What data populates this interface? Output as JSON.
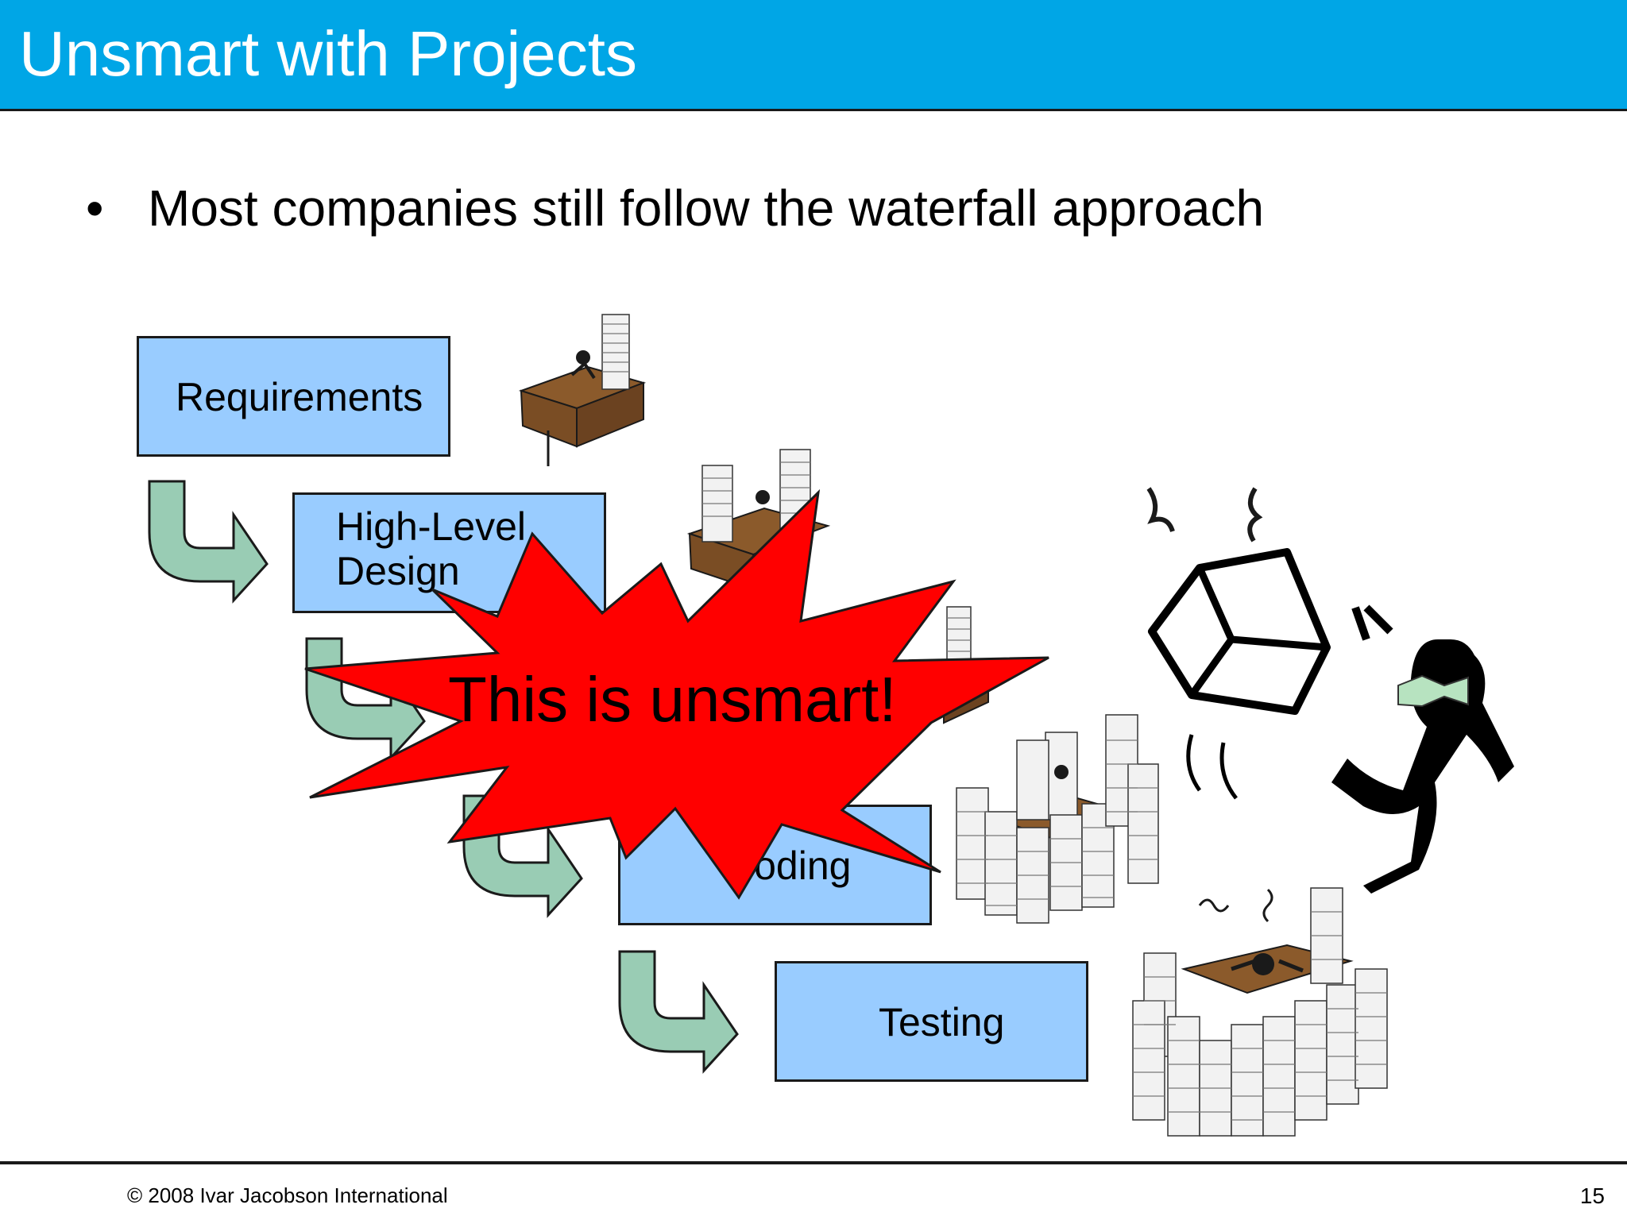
{
  "slide": {
    "title": "Unsmart with Projects",
    "bullet": "Most companies still follow the waterfall approach"
  },
  "stages": [
    {
      "label": "Requirements"
    },
    {
      "label": "High-Level"
    },
    {
      "label": "Design"
    },
    {
      "label": "Coding"
    },
    {
      "label": "Testing"
    }
  ],
  "callout": {
    "text": "This is unsmart!"
  },
  "footer": {
    "copyright": "© 2008 Ivar Jacobson International",
    "page_number": "15"
  },
  "colors": {
    "title_bar": "#00a6e6",
    "stage_box": "#99ccff",
    "arrow": "#99ccb4",
    "burst": "#ff0000"
  },
  "icons": [
    "desk-with-paper-stack-icon",
    "angry-worker-icon",
    "paper-stacks-icon",
    "slumped-worker-icon"
  ]
}
